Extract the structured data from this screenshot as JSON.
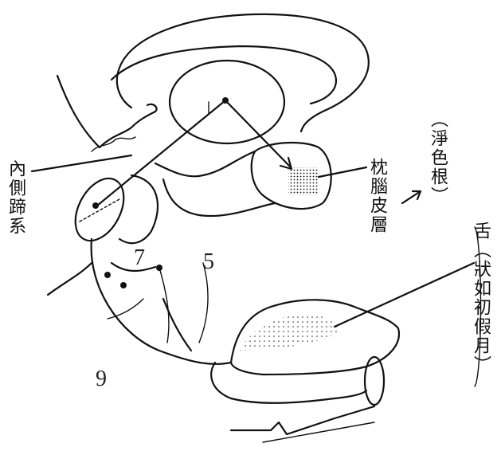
{
  "labels": {
    "medial_lemniscus": "內側蹄系",
    "occipital_cortex": "枕腦皮層",
    "lateral_geniculate": "（淨色根）",
    "tongue_note": "舌（狀如初假月）"
  },
  "numbers": {
    "n7": "7",
    "n5": "5",
    "n9": "9"
  }
}
